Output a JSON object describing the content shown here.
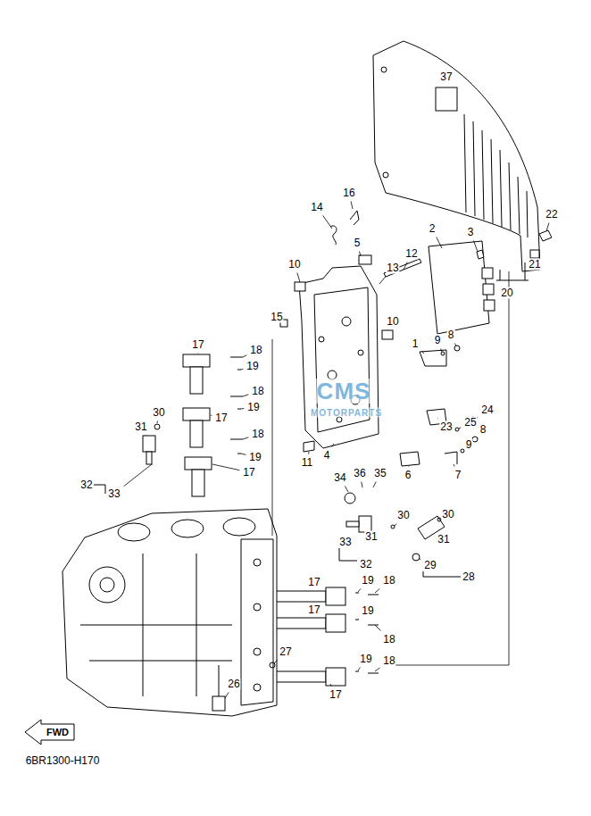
{
  "diagram": {
    "nodes": [
      {
        "text": [
          "FWD"
        ]
      }
    ],
    "labels": [
      "37",
      "16",
      "14",
      "22",
      "2",
      "3",
      "5",
      "12",
      "10",
      "13",
      "21",
      "20",
      "15",
      "10",
      "1",
      "9",
      "8",
      "17",
      "18",
      "19",
      "18",
      "19",
      "30",
      "17",
      "31",
      "23",
      "24",
      "25",
      "18",
      "8",
      "19",
      "17",
      "9",
      "4",
      "11",
      "7",
      "6",
      "32",
      "33",
      "34",
      "36",
      "35",
      "30",
      "33",
      "31",
      "32",
      "30",
      "31",
      "29",
      "28",
      "17",
      "18",
      "19",
      "17",
      "19",
      "18",
      "27",
      "19",
      "18",
      "17",
      "26",
      "6BR1300-H170",
      "CMS",
      "MOTORPARTS"
    ]
  }
}
